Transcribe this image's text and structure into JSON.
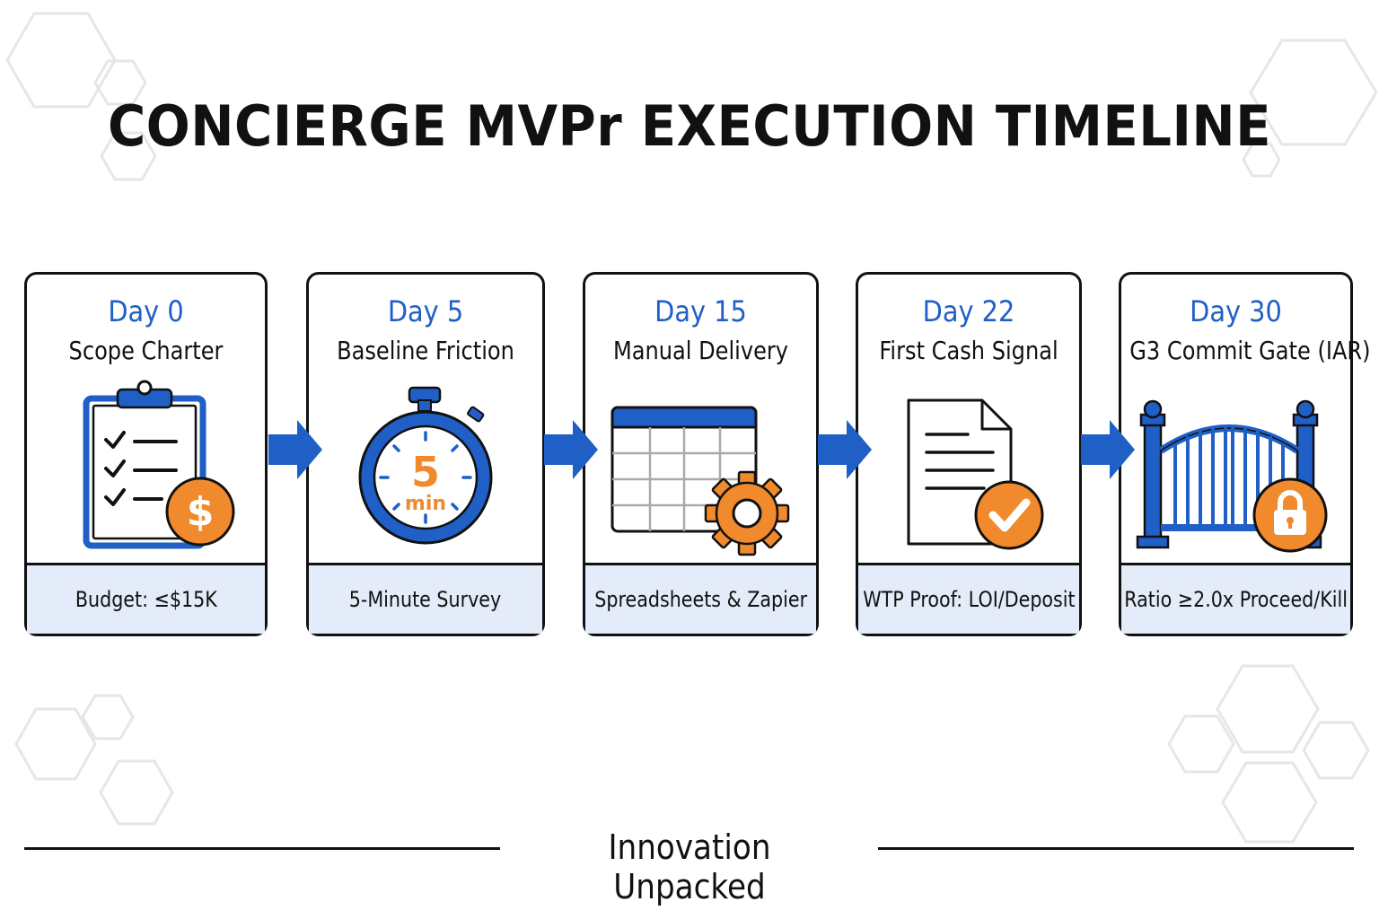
{
  "title": "CONCIERGE MVPr EXECUTION TIMELINE",
  "colors": {
    "accent_blue": "#1f5fc6",
    "accent_orange": "#f08a2c",
    "footer_bg": "#e4ecfa",
    "ink": "#111111"
  },
  "milestones": [
    {
      "day": "Day 0",
      "name": "Scope Charter",
      "footer": "Budget: ≤$15K",
      "icon": "clipboard-dollar-icon"
    },
    {
      "day": "Day 5",
      "name": "Baseline Friction",
      "footer": "5-Minute Survey",
      "icon": "stopwatch-icon",
      "timer": {
        "value": "5",
        "unit": "min"
      }
    },
    {
      "day": "Day 15",
      "name": "Manual Delivery",
      "footer": "Spreadsheets & Zapier",
      "icon": "spreadsheet-gear-icon"
    },
    {
      "day": "Day 22",
      "name": "First Cash Signal",
      "footer": "WTP Proof: LOI/Deposit",
      "icon": "document-check-icon"
    },
    {
      "day": "Day 30",
      "name": "G3 Commit Gate (IAR)",
      "footer": "Ratio ≥2.0x Proceed/Kill",
      "icon": "gate-lock-icon"
    }
  ],
  "brand": "Innovation Unpacked"
}
